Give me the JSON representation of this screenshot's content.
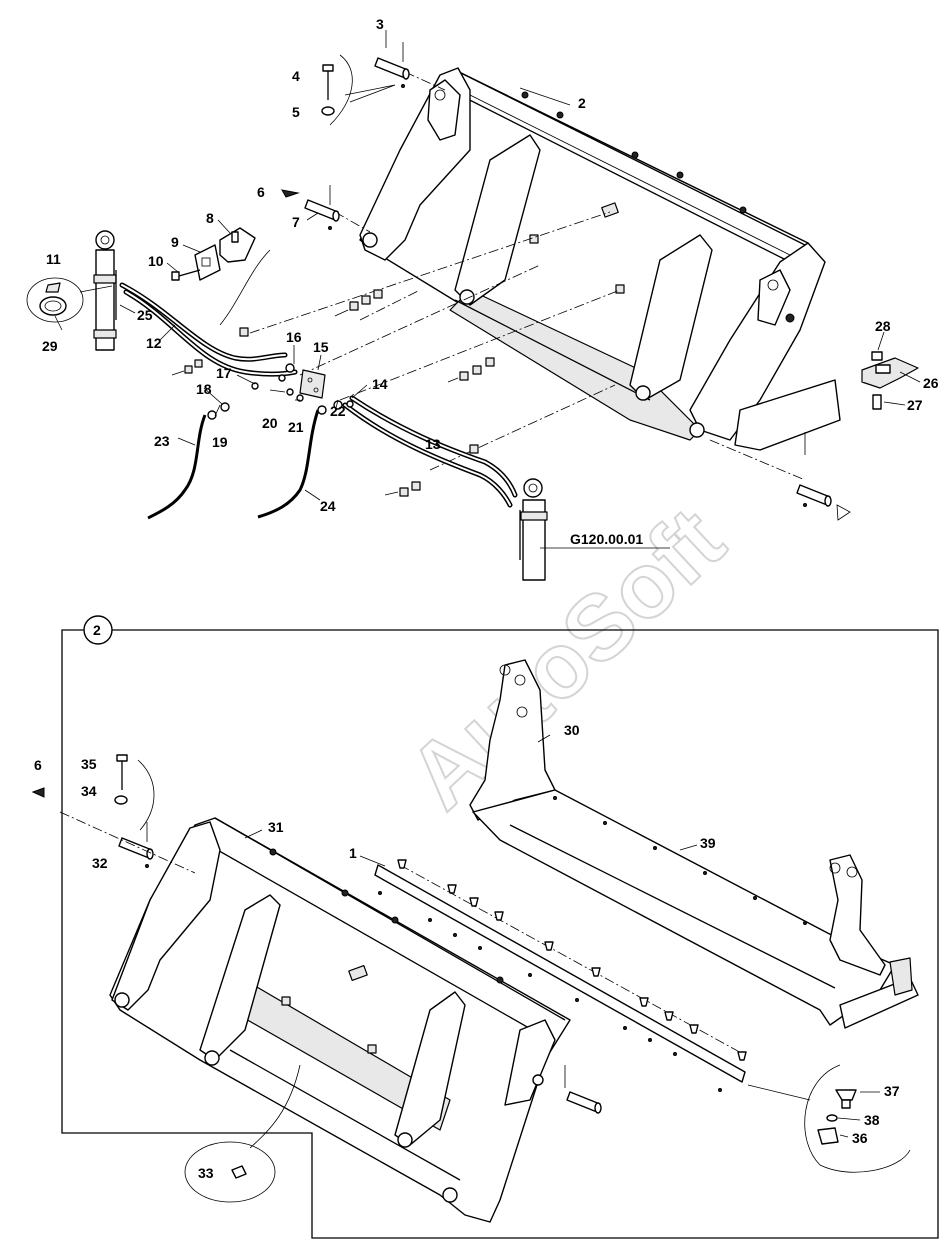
{
  "watermark": "AutoSoft",
  "reference_label": "G120.00.01",
  "inset_label": "2",
  "callouts": {
    "c1": "1",
    "c2": "2",
    "c3": "3",
    "c4": "4",
    "c5": "5",
    "c6": "6",
    "c6b": "6",
    "c7": "7",
    "c8": "8",
    "c9": "9",
    "c10": "10",
    "c11": "11",
    "c12": "12",
    "c13": "13",
    "c14": "14",
    "c15": "15",
    "c16": "16",
    "c17": "17",
    "c18": "18",
    "c19": "19",
    "c20": "20",
    "c21": "21",
    "c22": "22",
    "c23": "23",
    "c24": "24",
    "c25": "25",
    "c26": "26",
    "c27": "27",
    "c28": "28",
    "c29": "29",
    "c30": "30",
    "c31": "31",
    "c32": "32",
    "c33": "33",
    "c34": "34",
    "c35": "35",
    "c36": "36",
    "c37": "37",
    "c38": "38",
    "c39": "39"
  }
}
